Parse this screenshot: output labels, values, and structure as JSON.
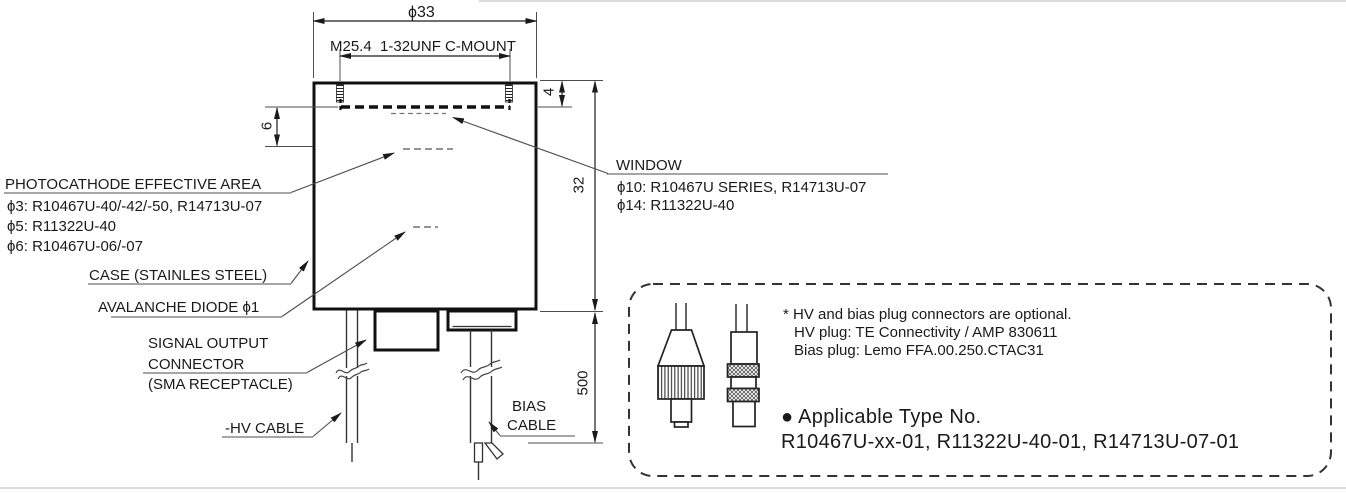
{
  "dims": {
    "phi33": "ϕ33",
    "cmount": "M25.4  1-32UNF C-MOUNT",
    "d4": "4",
    "d6": "6",
    "d32": "32",
    "d500": "500"
  },
  "labels": {
    "photocathode_title": "PHOTOCATHODE EFFECTIVE AREA",
    "photocathode_l1": "ϕ3: R10467U-40/-42/-50, R14713U-07",
    "photocathode_l2": "ϕ5: R11322U-40",
    "photocathode_l3": "ϕ6: R10467U-06/-07",
    "case": "CASE (STAINLES STEEL)",
    "avalanche": "AVALANCHE DIODE ϕ1",
    "signal_l1": "SIGNAL OUTPUT",
    "signal_l2": "CONNECTOR",
    "signal_l3": "(SMA RECEPTACLE)",
    "hv_cable": "-HV CABLE",
    "bias_l1": "BIAS",
    "bias_l2": "CABLE",
    "window_title": "WINDOW",
    "window_l1": "ϕ10: R10467U SERIES, R14713U-07",
    "window_l2": "ϕ14: R11322U-40"
  },
  "note_box": {
    "note1": "* HV and bias plug connectors are optional.",
    "note2": "HV plug: TE Connectivity / AMP 830611",
    "note3": "Bias plug: Lemo FFA.00.250.CTAC31",
    "applicable_title": "● Applicable Type No.",
    "applicable_types": "R10467U-xx-01, R11322U-40-01, R14713U-07-01"
  },
  "colors": {
    "line": "#1a1a1a",
    "thin_line": "#4d4d4d",
    "page_border": "#cfcfcf"
  }
}
